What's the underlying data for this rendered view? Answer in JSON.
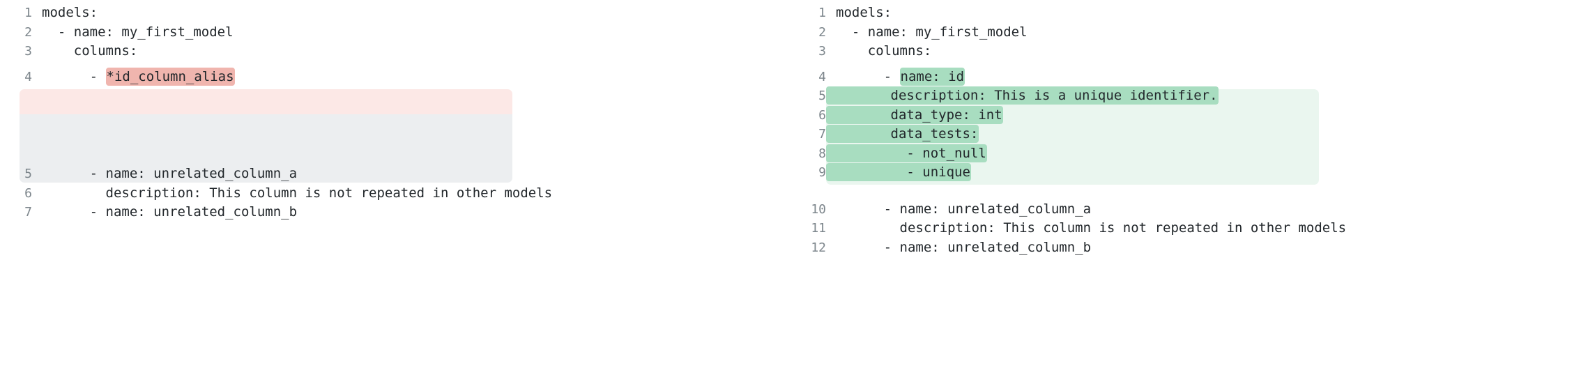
{
  "diff": {
    "colors": {
      "removed_block_bg": "#fce8e6",
      "removed_word_bg": "#f0b5ae",
      "removed_filler_bg": "#eceef0",
      "added_block_bg": "#eaf6ef",
      "added_word_bg": "#a8ddc0",
      "line_number": "#7d868c",
      "code_text": "#22272b",
      "page_bg": "#ffffff"
    },
    "left_pane": {
      "name": "before-version",
      "lines": [
        {
          "number": "1",
          "indent": "",
          "text": "models:",
          "highlight": "none"
        },
        {
          "number": "2",
          "indent": "  ",
          "text": "- name: my_first_model",
          "highlight": "none"
        },
        {
          "number": "3",
          "indent": "    ",
          "text": "columns:",
          "highlight": "none"
        },
        {
          "number": "4",
          "indent": "      ",
          "prefix": "- ",
          "marked": "*id_column_alias",
          "highlight": "removed"
        },
        {
          "number": "5",
          "indent": "      ",
          "text": "- name: unrelated_column_a",
          "highlight": "none"
        },
        {
          "number": "6",
          "indent": "        ",
          "text": "description: This column is not repeated in other models",
          "highlight": "none"
        },
        {
          "number": "7",
          "indent": "      ",
          "text": "- name: unrelated_column_b",
          "highlight": "none"
        }
      ]
    },
    "right_pane": {
      "name": "after-version",
      "lines": [
        {
          "number": "1",
          "indent": "",
          "text": "models:",
          "highlight": "none"
        },
        {
          "number": "2",
          "indent": "  ",
          "text": "- name: my_first_model",
          "highlight": "none"
        },
        {
          "number": "3",
          "indent": "    ",
          "text": "columns:",
          "highlight": "none"
        },
        {
          "number": "4",
          "indent": "      ",
          "prefix": "- ",
          "marked": "name: id",
          "highlight": "added"
        },
        {
          "number": "5",
          "indent": "",
          "prefix": "",
          "marked": "        description: This is a unique identifier.",
          "highlight": "added"
        },
        {
          "number": "6",
          "indent": "",
          "prefix": "",
          "marked": "        data_type: int",
          "highlight": "added"
        },
        {
          "number": "7",
          "indent": "",
          "prefix": "",
          "marked": "        data_tests:",
          "highlight": "added"
        },
        {
          "number": "8",
          "indent": "",
          "prefix": "",
          "marked": "          - not_null",
          "highlight": "added"
        },
        {
          "number": "9",
          "indent": "",
          "prefix": "",
          "marked": "          - unique",
          "highlight": "added"
        },
        {
          "number": "10",
          "indent": "      ",
          "text": "- name: unrelated_column_a",
          "highlight": "none"
        },
        {
          "number": "11",
          "indent": "        ",
          "text": "description: This column is not repeated in other models",
          "highlight": "none"
        },
        {
          "number": "12",
          "indent": "      ",
          "text": "- name: unrelated_column_b",
          "highlight": "none"
        }
      ]
    }
  }
}
